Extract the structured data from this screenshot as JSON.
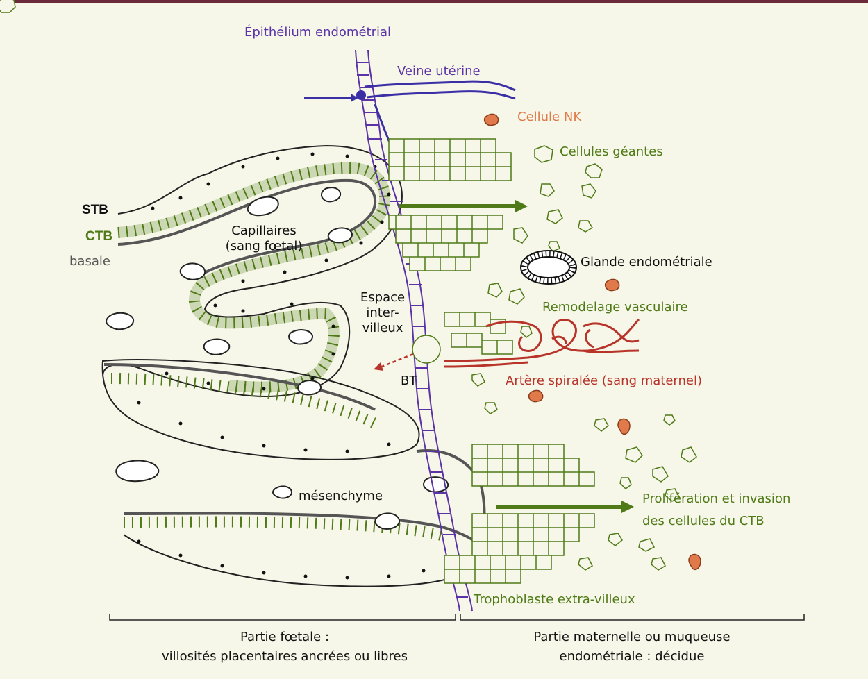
{
  "labels": {
    "epithelium": "Épithélium endométrial",
    "veine": "Veine utérine",
    "cellule_nk": "Cellule NK",
    "cellules_geantes": "Cellules géantes",
    "stb": "STB",
    "ctb": "CTB",
    "basale": "basale",
    "capillaires_1": "Capillaires",
    "capillaires_2": "(sang fœtal)",
    "glande": "Glande endométriale",
    "espace_1": "Espace",
    "espace_2": "inter-",
    "espace_3": "villeux",
    "remodelage": "Remodelage vasculaire",
    "bt": "BT",
    "artere": "Artère spiralée (sang maternel)",
    "mesenchyme": "mésenchyme",
    "proliferation_1": "Prolifération et invasion",
    "proliferation_2": "des cellules du CTB",
    "trophoblaste": "Trophoblaste extra-villeux",
    "foetale_1": "Partie fœtale :",
    "foetale_2": "villosités placentaires ancrées ou libres",
    "maternelle_1": "Partie maternelle ou muqueuse",
    "maternelle_2": "endométriale : décidue"
  },
  "colors": {
    "background": "#f6f7e8",
    "epithelium": "#5b33a6",
    "trophoblast": "#4f7a17",
    "nk": "#e07a4a",
    "artery": "#b8342a",
    "basale": "#555555",
    "top_bar": "#6b2b3a"
  }
}
